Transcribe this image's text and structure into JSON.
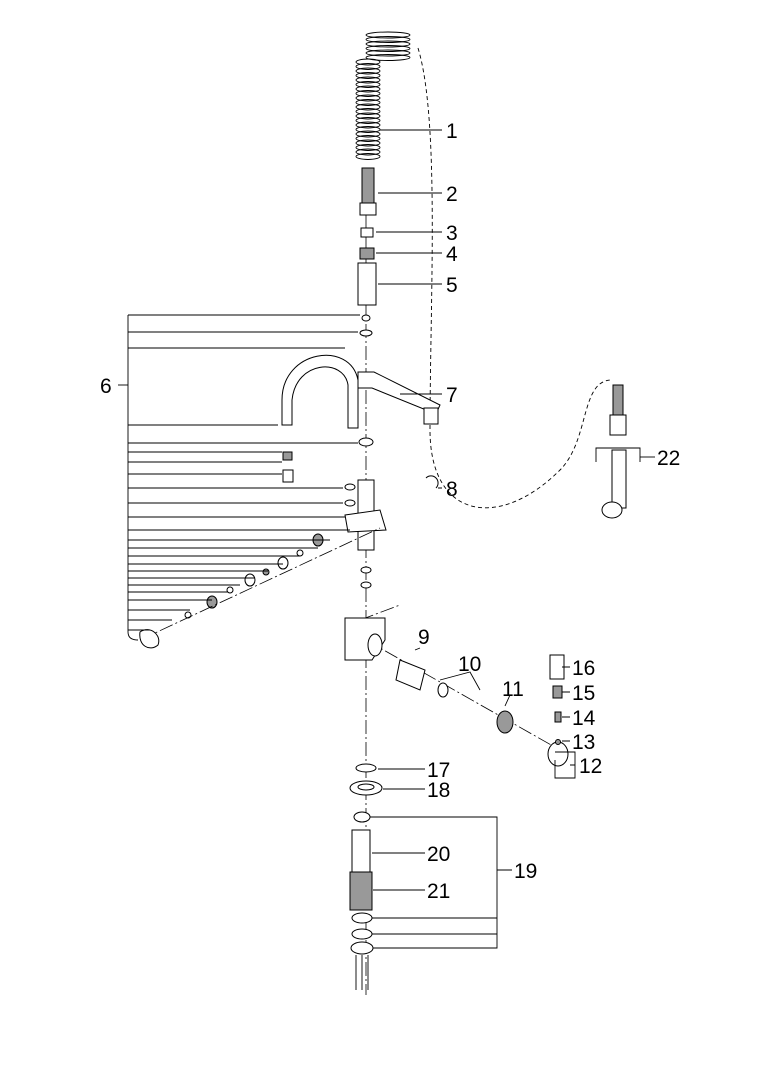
{
  "diagram": {
    "type": "exploded-parts-diagram",
    "part_labels": [
      "1",
      "2",
      "3",
      "4",
      "5",
      "6",
      "7",
      "8",
      "9",
      "10",
      "11",
      "12",
      "13",
      "14",
      "15",
      "16",
      "17",
      "18",
      "19",
      "20",
      "21",
      "22"
    ]
  }
}
